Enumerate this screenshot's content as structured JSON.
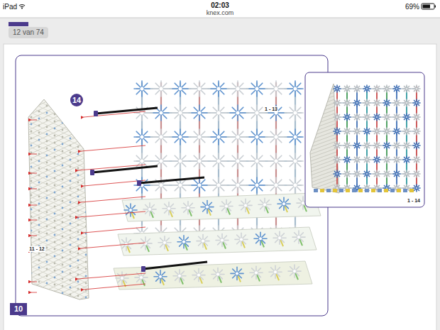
{
  "diagram": {
    "labels": [
      "iPad",
      "02:03",
      "69%",
      "knex.com",
      "12 van 74",
      "14",
      "1 - 13",
      "11 - 12",
      "1 - 14",
      "10"
    ]
  }
}
